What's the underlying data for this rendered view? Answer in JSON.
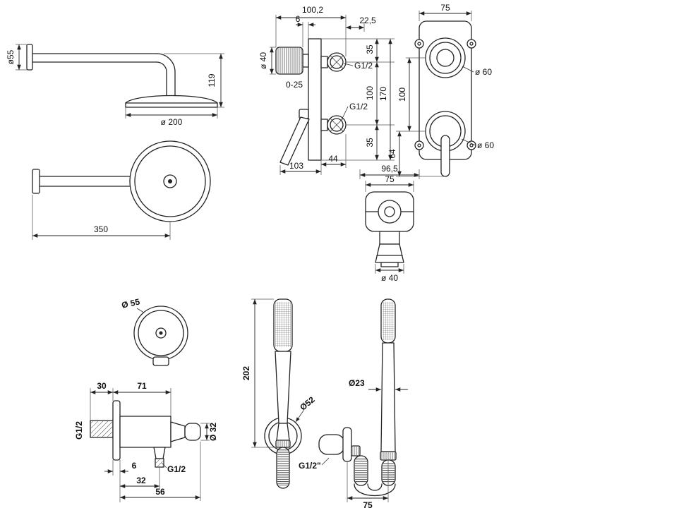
{
  "colors": {
    "line": "#222222",
    "background": "#ffffff"
  },
  "labels": {
    "shower_side": {
      "flange_diameter": "ø55",
      "drop_height": "119",
      "head_diameter": "ø 200"
    },
    "shower_top": {
      "arm_length": "350"
    },
    "mixer_side": {
      "depth_total": "100,2",
      "gap": "6",
      "wall_depth": "22,5",
      "knob_diameter": "ø 40",
      "adjust_range": "0-25",
      "port_top": "G1/2",
      "port_bottom": "G1/2",
      "top_offset": "35",
      "port_spacing": "100",
      "total_height": "170",
      "bottom_offset": "35",
      "lever_reach": "103",
      "body_depth": "44"
    },
    "mixer_front": {
      "plate_width": "75",
      "knob_top_diameter": "ø 60",
      "knob_bottom_diameter": "ø 60",
      "knob_spacing": "100",
      "lever_drop": "64"
    },
    "spout": {
      "total_depth": "96,5",
      "flange_width": "75",
      "outlet_diameter": "ø 40"
    },
    "outlet": {
      "flange_diameter": "Ø 55",
      "thread_length": "30",
      "body_length": "71",
      "inlet_thread": "G1/2",
      "end_diameter": "Ø 32",
      "plate_thickness": "6",
      "bottom_thread": "G1/2",
      "bottom_offset": "32",
      "total_depth": "56"
    },
    "handshower_holder": {
      "length": "202",
      "holder_diameter": "Ø52",
      "thread": "G1/2\""
    },
    "handshower_hose": {
      "handle_diameter": "Ø23",
      "hose_span": "75"
    }
  }
}
